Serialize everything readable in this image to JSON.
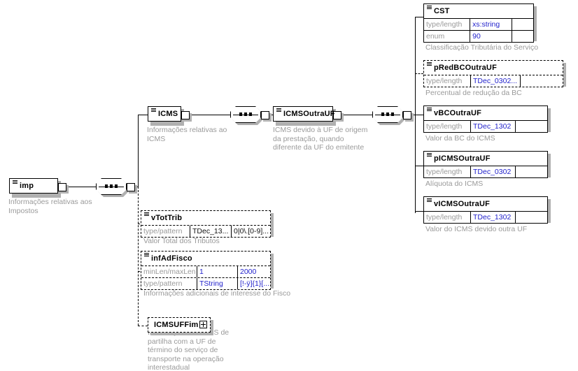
{
  "diagram": {
    "type": "xsd-schema-tree",
    "root": {
      "name": "imp",
      "caption": "Informações relativas aos\nImpostos"
    },
    "branch1": {
      "name": "ICMS",
      "caption": "Informações relativas ao\nICMS",
      "child": {
        "name": "ICMSOutraUF",
        "caption": "ICMS devido à UF de origem\nda prestação, quando\ndiferente da UF do emitente"
      },
      "leaves": [
        {
          "name": "CST",
          "optional": false,
          "caption": "Classificação Tributária do Serviço",
          "rows": [
            {
              "label": "type/length",
              "value": "xs:string",
              "value2": ""
            },
            {
              "label": "enum",
              "value": "90",
              "value2": ""
            }
          ]
        },
        {
          "name": "pRedBCOutraUF",
          "optional": true,
          "caption": "Percentual de redução da BC",
          "rows": [
            {
              "label": "type/length",
              "value": "TDec_0302...",
              "value2": ""
            }
          ]
        },
        {
          "name": "vBCOutraUF",
          "optional": false,
          "caption": "Valor da BC do ICMS",
          "rows": [
            {
              "label": "type/length",
              "value": "TDec_1302",
              "value2": ""
            }
          ]
        },
        {
          "name": "pICMSOutraUF",
          "optional": false,
          "caption": "Alíquota do ICMS",
          "rows": [
            {
              "label": "type/length",
              "value": "TDec_0302",
              "value2": ""
            }
          ]
        },
        {
          "name": "vICMSOutraUF",
          "optional": false,
          "caption": "Valor do ICMS devido outra UF",
          "rows": [
            {
              "label": "type/length",
              "value": "TDec_1302",
              "value2": ""
            }
          ]
        }
      ]
    },
    "optional_leaves": [
      {
        "name": "vTotTrib",
        "optional": true,
        "caption": "Valor Total dos Tributos",
        "rows": [
          {
            "label": "type/pattern",
            "value": "TDec_13...",
            "value2": "0|0\\.[0-9]..."
          }
        ]
      },
      {
        "name": "infAdFisco",
        "optional": true,
        "caption": "Informações adicionais de interesse do Fisco",
        "rows": [
          {
            "label": "minLen/maxLen",
            "value": "1",
            "value2": "2000"
          },
          {
            "label": "type/pattern",
            "value": "TString",
            "value2": "[!-ÿ]{1}[..."
          }
        ]
      }
    ],
    "collapsed_leaf": {
      "name": "ICMSUFFim",
      "optional": true,
      "caption": "Informações do ICMS de\npartilha com a UF de\ntérmino do serviço de\ntransporte na operação\ninterestadual",
      "expand_icon": "plus-icon"
    },
    "icons": {
      "sequence": "sequence-compositor-icon",
      "connector_stub": "connector-stub-icon"
    },
    "colors": {
      "value_text": "#2222cc",
      "label_text": "#9a9a9a",
      "caption_text": "#9a9a9a",
      "line": "#000000",
      "shadow": "#b0b0b0"
    }
  }
}
